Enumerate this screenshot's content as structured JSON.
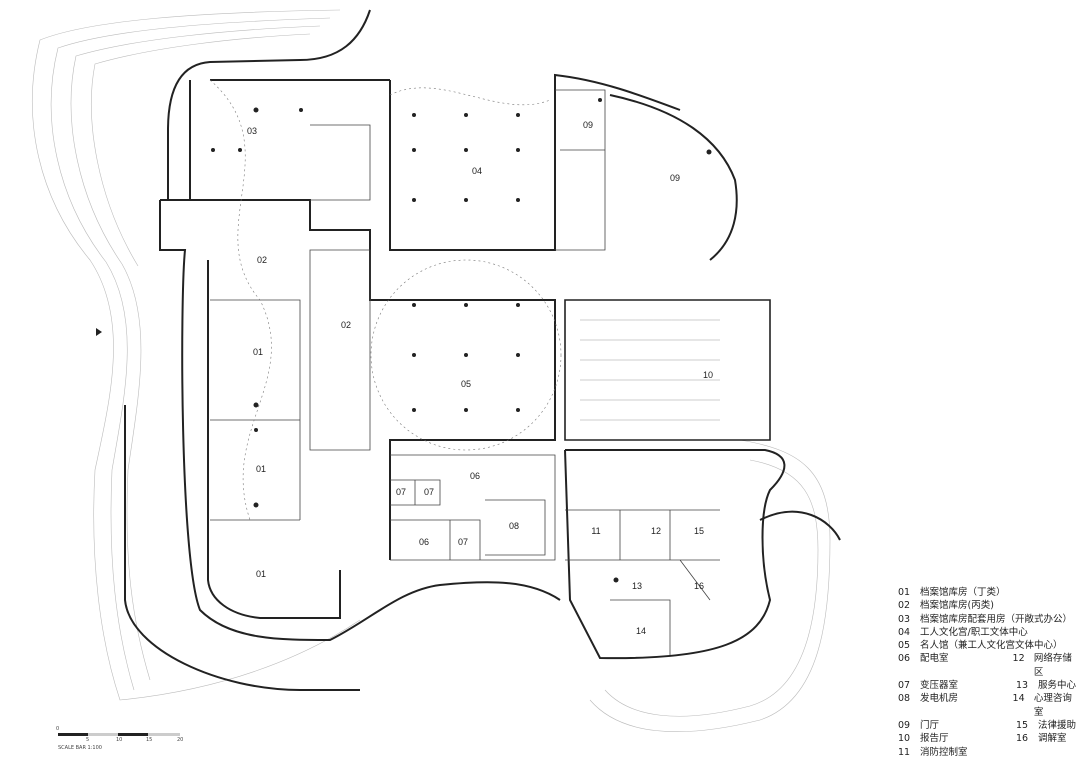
{
  "rooms": {
    "r03": "03",
    "r04": "04",
    "r09a": "09",
    "r09b": "09",
    "r02a": "02",
    "r02b": "02",
    "r01a": "01",
    "r05": "05",
    "r10": "10",
    "r01b": "01",
    "r06a": "06",
    "r07a": "07",
    "r07b": "07",
    "r08": "08",
    "r06b": "06",
    "r07c": "07",
    "r11": "11",
    "r12": "12",
    "r15": "15",
    "r13": "13",
    "r16": "16",
    "r14": "14",
    "r01c": "01"
  },
  "legend": [
    {
      "num": "01",
      "label": "档案馆库房（丁类）"
    },
    {
      "num": "02",
      "label": "档案馆库房(丙类)"
    },
    {
      "num": "03",
      "label": "档案馆库房配套用房（开敞式办公）"
    },
    {
      "num": "04",
      "label": "工人文化宫/职工文体中心"
    },
    {
      "num": "05",
      "label": "名人馆（兼工人文化宫文体中心）"
    },
    {
      "num": "06",
      "label": "配电室",
      "num2": "12",
      "label2": "网络存储区"
    },
    {
      "num": "07",
      "label": "变压器室",
      "num2": "13",
      "label2": "服务中心"
    },
    {
      "num": "08",
      "label": "发电机房",
      "num2": "14",
      "label2": "心理咨询室"
    },
    {
      "num": "09",
      "label": "门厅",
      "num2": "15",
      "label2": "法律援助"
    },
    {
      "num": "10",
      "label": "报告厅",
      "num2": "16",
      "label2": "调解室"
    },
    {
      "num": "11",
      "label": "消防控制室"
    }
  ],
  "scale_bar": {
    "caption": "SCALE BAR 1:100",
    "ticks": [
      "0",
      "5",
      "10",
      "15",
      "20"
    ]
  }
}
